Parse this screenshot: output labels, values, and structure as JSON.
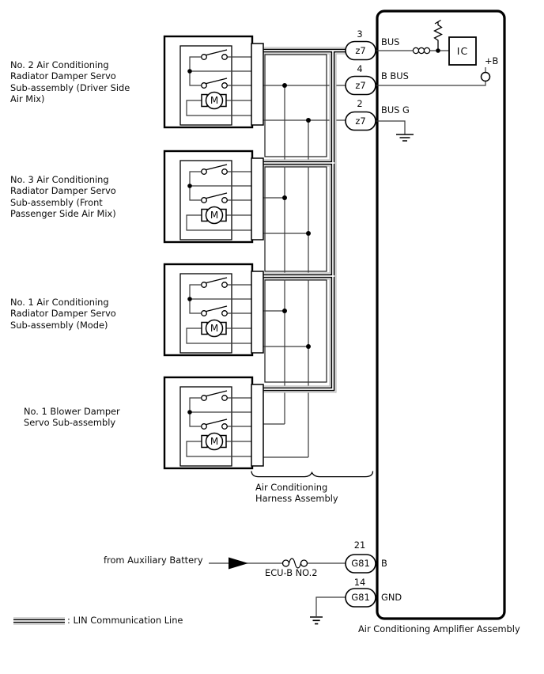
{
  "colors": {
    "ink": "#000000",
    "wire": "#3a3a3a",
    "background": "#ffffff"
  },
  "servos": [
    {
      "label_lines": [
        "No. 2 Air Conditioning",
        "Radiator Damper Servo",
        "Sub-assembly (Driver Side",
        "Air Mix)"
      ],
      "motor": "M"
    },
    {
      "label_lines": [
        "No. 3 Air Conditioning",
        "Radiator Damper Servo",
        "Sub-assembly (Front",
        "Passenger Side Air Mix)"
      ],
      "motor": "M"
    },
    {
      "label_lines": [
        "No. 1 Air Conditioning",
        "Radiator Damper Servo",
        "Sub-assembly (Mode)"
      ],
      "motor": "M"
    },
    {
      "label_lines": [
        "No. 1 Blower Damper",
        "Servo Sub-assembly"
      ],
      "motor": "M"
    }
  ],
  "amplifier": {
    "label": "Air Conditioning Amplifier Assembly",
    "ic": "IC",
    "plus_b": "+B",
    "pins": [
      {
        "number": "3",
        "code": "z7",
        "signal": "BUS"
      },
      {
        "number": "4",
        "code": "z7",
        "signal": "B BUS"
      },
      {
        "number": "2",
        "code": "z7",
        "signal": "BUS G"
      },
      {
        "number": "21",
        "code": "G81",
        "signal": "B"
      },
      {
        "number": "14",
        "code": "G81",
        "signal": "GND"
      }
    ]
  },
  "harness": {
    "label_lines": [
      "Air Conditioning",
      "Harness Assembly"
    ]
  },
  "battery": {
    "source": "from Auxiliary Battery",
    "fuse": "ECU-B NO.2"
  },
  "legend": {
    "lin": ": LIN Communication Line"
  }
}
